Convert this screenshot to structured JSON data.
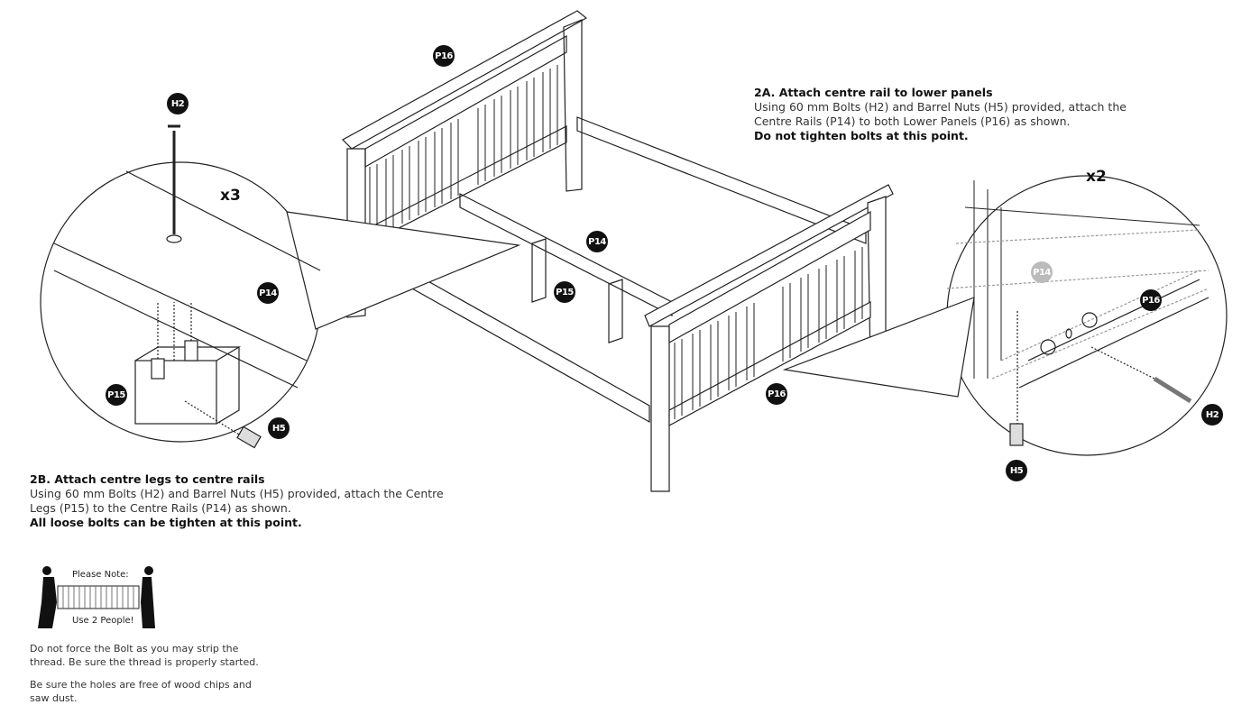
{
  "step_2a": {
    "title": "2A. Attach centre rail to lower panels",
    "lines": [
      "Using 60 mm Bolts (H2) and Barrel Nuts (H5) provided, attach the",
      "Centre Rails (P14) to both Lower Panels (P16) as shown."
    ],
    "warning": "Do not tighten bolts at this point."
  },
  "step_2b": {
    "title": "2B. Attach centre legs to centre rails",
    "lines": [
      "Using 60 mm Bolts (H2) and Barrel Nuts (H5) provided, attach the Centre",
      "Legs (P15) to the Centre Rails (P14) as shown."
    ],
    "warning": "All loose bolts can be tighten at this point."
  },
  "note": {
    "top": "Please Note:",
    "bottom": "Use 2 People!",
    "tips": [
      "Do not force the Bolt as you may strip the thread. Be sure the thread is properly started.",
      "Be sure the holes are free of wood chips and saw dust."
    ]
  },
  "labels": {
    "p16_head": "P16",
    "p14_main": "P14",
    "p15_main": "P15",
    "p16_foot": "P16",
    "left_h2": "H2",
    "left_qty": "x3",
    "left_p14": "P14",
    "left_p15": "P15",
    "left_h5": "H5",
    "right_qty": "x2",
    "right_p14": "P14",
    "right_p16": "P16",
    "right_h2": "H2",
    "right_h5": "H5"
  }
}
